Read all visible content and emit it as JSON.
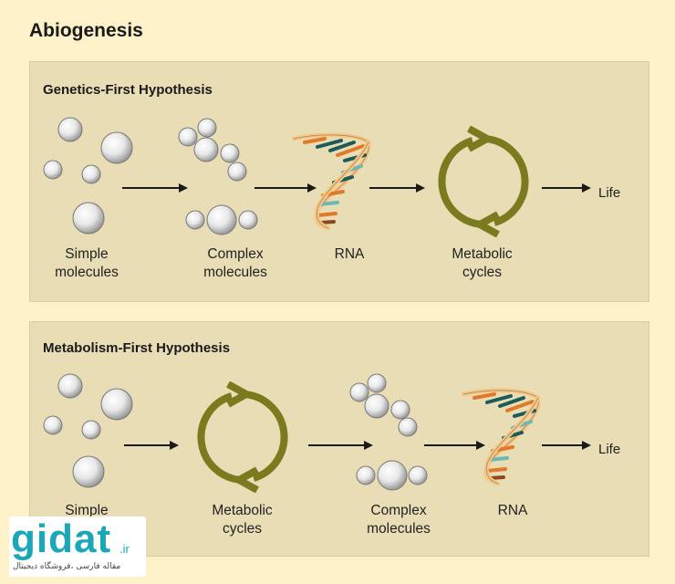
{
  "title": "Abiogenesis",
  "panels": [
    {
      "title": "Genetics-First Hypothesis",
      "labels": {
        "simple": "Simple\nmolecules",
        "complex": "Complex\nmolecules",
        "rna": "RNA",
        "metabolic": "Metabolic\ncycles",
        "life": "Life"
      }
    },
    {
      "title": "Metabolism-First Hypothesis",
      "labels": {
        "simple": "Simple",
        "metabolic": "Metabolic\ncycles",
        "complex": "Complex\nmolecules",
        "rna": "RNA",
        "life": "Life"
      }
    }
  ],
  "watermark": {
    "logo": "gidat",
    "suffix": ".ir",
    "tagline": "مقاله فارسی ،فروشگاه دیجیتال"
  },
  "colors": {
    "background": "#fdf1c9",
    "panel": "#e9ddb6",
    "cycle": "#7a7a1e",
    "rna_backbone": "#f6c98a",
    "rna_orange": "#e07a2a",
    "rna_teal": "#1d5a5a",
    "rna_light_teal": "#6fb7b5",
    "rna_brown": "#8a4a20",
    "watermark": "#1aa7b8"
  }
}
